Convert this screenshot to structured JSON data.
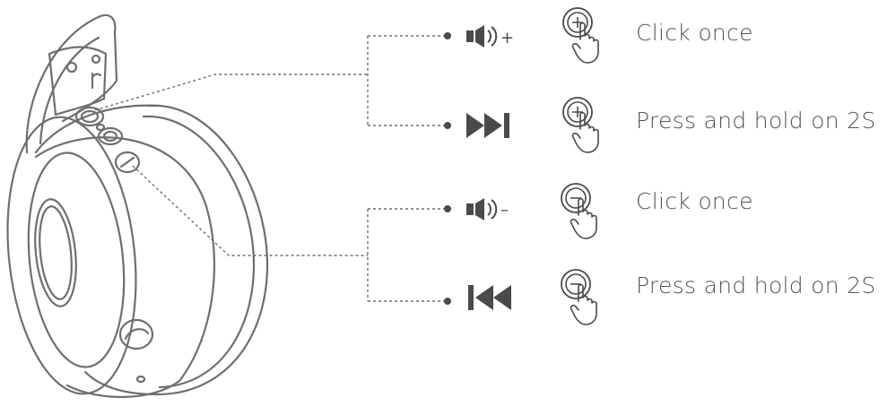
{
  "colors": {
    "line": "#6f6f6f",
    "ink": "#4a4a4a",
    "text": "#555555"
  },
  "rows": [
    {
      "function_icon": "volume-up-icon",
      "button_icon": "plus-button-press-icon",
      "action": "Click once"
    },
    {
      "function_icon": "next-track-icon",
      "button_icon": "plus-button-press-icon",
      "action": "Press and hold on 2S"
    },
    {
      "function_icon": "volume-down-icon",
      "button_icon": "minus-button-press-icon",
      "action": "Click once"
    },
    {
      "function_icon": "previous-track-icon",
      "button_icon": "minus-button-press-icon",
      "action": "Press and hold on 2S"
    }
  ],
  "symbols": {
    "plus": "+",
    "minus": "–"
  }
}
